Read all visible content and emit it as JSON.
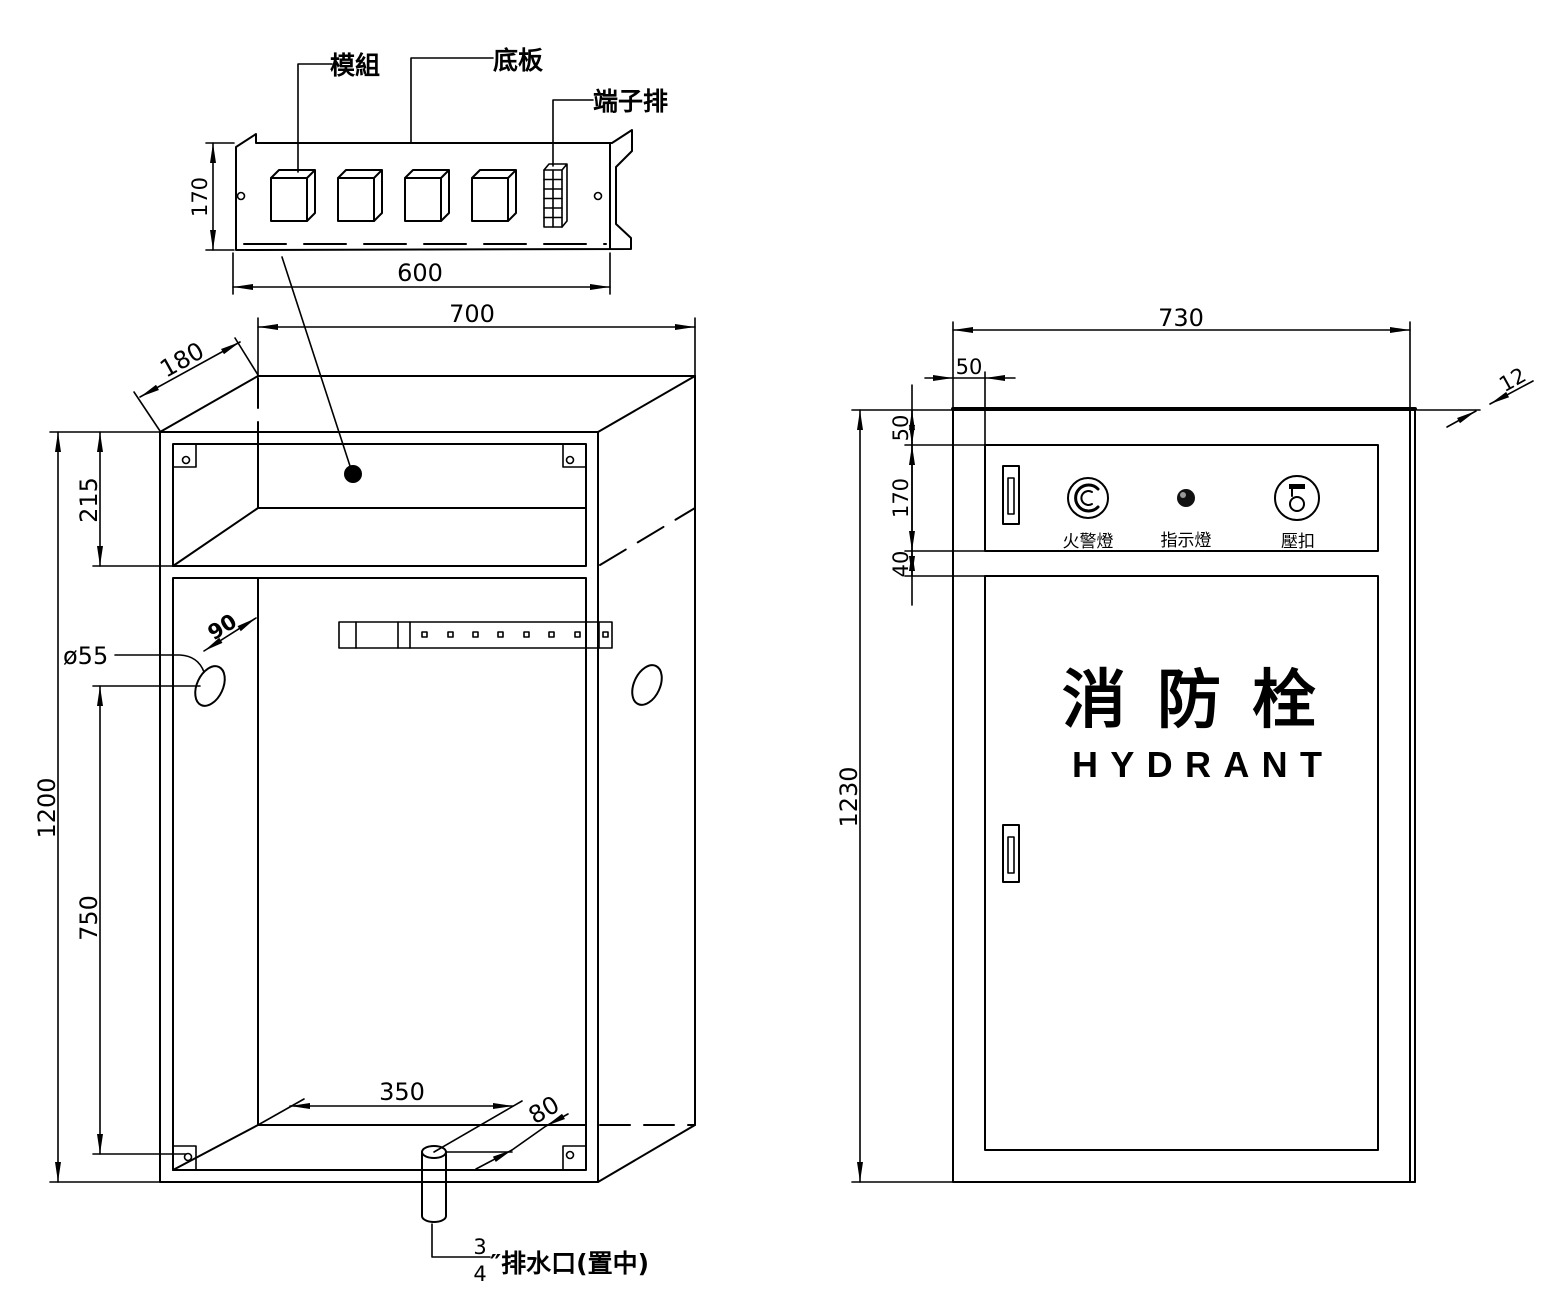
{
  "baseplate": {
    "module_label": "模組",
    "baseplate_label": "底板",
    "terminal_label": "端子排",
    "dim_height": "170",
    "dim_width": "600"
  },
  "isometric_cabinet": {
    "dim_width": "700",
    "dim_depth": "180",
    "dim_height": "1200",
    "dim_top_compartment": "215",
    "dim_hole_height": "750",
    "hole_diameter": "ø55",
    "dim_hole_offset": "90",
    "dim_drain_x": "350",
    "dim_drain_y": "80",
    "drain_fraction_numerator": "3",
    "drain_fraction_denominator": "4",
    "drain_label": "″排水口(置中)"
  },
  "front_cabinet": {
    "dim_width": "730",
    "dim_side_margin": "50",
    "dim_frame": "12",
    "dim_height": "1230",
    "dim_top_gap": "50",
    "dim_panel_height": "170",
    "dim_panel_gap": "40",
    "fire_alarm_light_label": "火警燈",
    "indicator_light_label": "指示燈",
    "push_button_label": "壓扣",
    "title_cn": "消防栓",
    "title_en": "HYDRANT"
  },
  "colors": {
    "line": "#000000",
    "background": "#ffffff"
  }
}
